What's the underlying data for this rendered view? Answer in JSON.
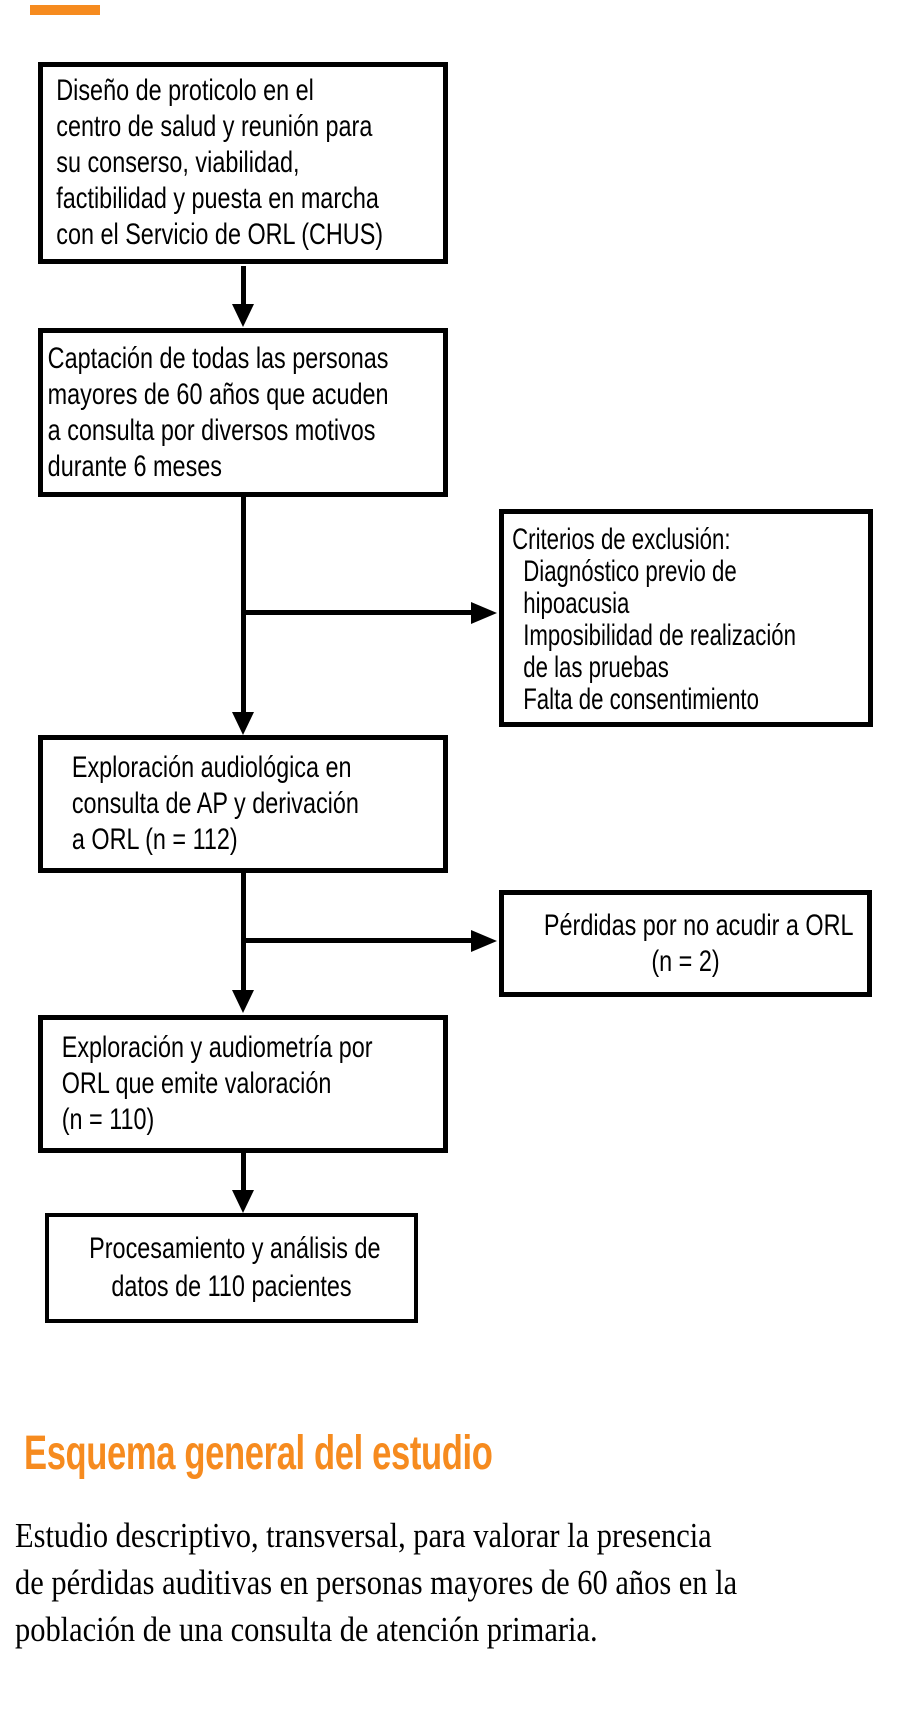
{
  "accent_color": "#F68B1F",
  "flowchart": {
    "box_protocol": {
      "lines": [
        "Diseño de proticolo en el",
        "centro de salud y reunión para",
        "su conserso, viabilidad,",
        "factibilidad y puesta en marcha",
        "con el Servicio de ORL (CHUS)"
      ]
    },
    "box_captacion": {
      "lines": [
        "Captación de todas las personas",
        "mayores de 60 años que acuden",
        "a consulta por diversos motivos",
        "durante 6 meses"
      ]
    },
    "box_exclusion": {
      "title": "Criterios de exclusión:",
      "item_lines": [
        "Diagnóstico previo de",
        "hipoacusia",
        "Imposibilidad de realización",
        "de las pruebas",
        "Falta de consentimiento"
      ]
    },
    "box_exploracion_ap": {
      "lines": [
        "Exploración audiológica en",
        "consulta de AP y derivación",
        "a ORL (n = 112)"
      ]
    },
    "box_perdidas": {
      "lines": [
        "Pérdidas por no acudir a ORL",
        "(n = 2)"
      ]
    },
    "box_exploracion_orl": {
      "lines": [
        "Exploración y audiometría por",
        "ORL que emite valoración",
        "(n = 110)"
      ]
    },
    "box_procesamiento": {
      "lines": [
        "Procesamiento y análisis de",
        "datos de 110 pacientes"
      ]
    }
  },
  "caption": {
    "title": "Esquema general del estudio",
    "body_lines": [
      "Estudio descriptivo, transversal, para valorar la presencia",
      "de pérdidas auditivas en personas mayores de 60 años en la",
      "población de una consulta de atención primaria."
    ]
  }
}
